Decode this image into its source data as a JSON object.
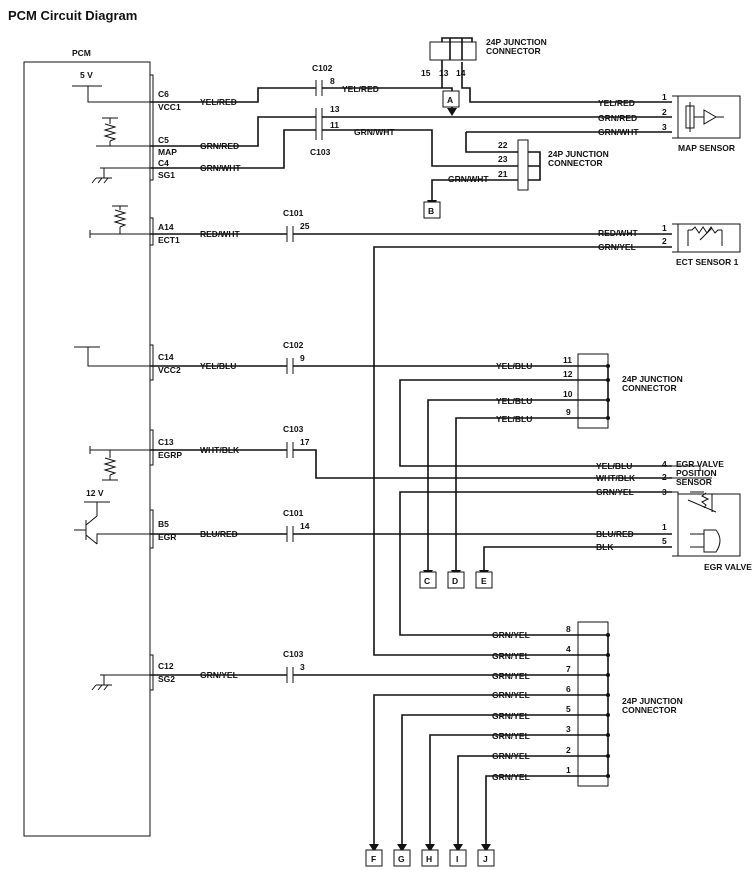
{
  "title": "PCM Circuit Diagram",
  "pcm_label": "PCM",
  "supply_5v": "5 V",
  "supply_12v": "12 V",
  "pcm_pins": [
    {
      "pin": "C6",
      "name": "VCC1"
    },
    {
      "pin": "C5",
      "name": "MAP"
    },
    {
      "pin": "C4",
      "name": "SG1"
    },
    {
      "pin": "A14",
      "name": "ECT1"
    },
    {
      "pin": "C14",
      "name": "VCC2"
    },
    {
      "pin": "C13",
      "name": "EGRP"
    },
    {
      "pin": "B5",
      "name": "EGR"
    },
    {
      "pin": "C12",
      "name": "SG2"
    }
  ],
  "connectors": {
    "c101_a": "C101",
    "c101_b": "C101",
    "c102_a": "C102",
    "c102_b": "C102",
    "c103_a": "C103",
    "c103_b": "C103",
    "c103_c": "C103",
    "pin_c102_8": "8",
    "pin_c103_13": "13",
    "pin_c103_11": "11",
    "pin_c101_25": "25",
    "pin_c102_9": "9",
    "pin_c103_17": "17",
    "pin_c101_14": "14",
    "pin_c103_3": "3"
  },
  "junction_label": "24P JUNCTION CONNECTOR",
  "jc_top_pins": [
    "15",
    "13",
    "14"
  ],
  "jc_mid_pins": [
    "22",
    "23",
    "21"
  ],
  "jc_vcc2_pins": [
    "11",
    "12",
    "10",
    "9"
  ],
  "jc_ground_pins": [
    "8",
    "4",
    "7",
    "6",
    "5",
    "3",
    "2",
    "1"
  ],
  "wires": {
    "yel_red": "YEL/RED",
    "grn_red": "GRN/RED",
    "grn_wht": "GRN/WHT",
    "red_wht": "RED/WHT",
    "grn_yel": "GRN/YEL",
    "yel_blu": "YEL/BLU",
    "wht_blk": "WHT/BLK",
    "blu_red": "BLU/RED",
    "blk": "BLK"
  },
  "components": {
    "map_sensor": "MAP SENSOR",
    "ect_sensor": "ECT SENSOR 1",
    "egr_pos_sensor": "EGR VALVE POSITION SENSOR",
    "egr_valve": "EGR VALVE"
  },
  "map_pins": [
    "1",
    "2",
    "3"
  ],
  "ect_pins": [
    "1",
    "2"
  ],
  "egr_pins": [
    "4",
    "2",
    "3",
    "1",
    "5"
  ],
  "markers": [
    "A",
    "B",
    "C",
    "D",
    "E",
    "F",
    "G",
    "H",
    "I",
    "J"
  ]
}
